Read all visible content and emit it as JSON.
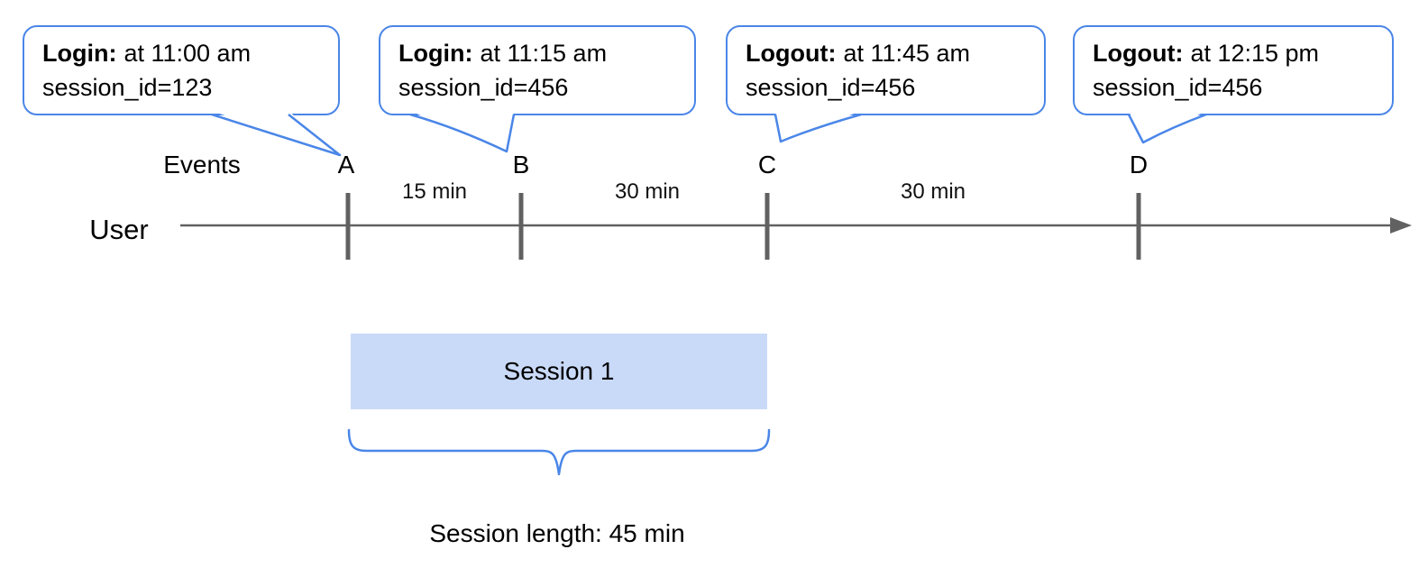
{
  "colors": {
    "accent_blue": "#4a86e8",
    "session_fill": "#c9daf8",
    "timeline_gray": "#616161",
    "text": "#000000"
  },
  "callouts": [
    {
      "event_label": "Login:",
      "time_text": "at 11:00 am",
      "session_text": "session_id=123",
      "target_mark": "A"
    },
    {
      "event_label": "Login:",
      "time_text": "at 11:15 am",
      "session_text": "session_id=456",
      "target_mark": "B"
    },
    {
      "event_label": "Logout:",
      "time_text": "at 11:45 am",
      "session_text": "session_id=456",
      "target_mark": "C"
    },
    {
      "event_label": "Logout:",
      "time_text": "at 12:15 pm",
      "session_text": "session_id=456",
      "target_mark": "D"
    }
  ],
  "timeline": {
    "axis_label": "User",
    "events_label": "Events",
    "event_marks": [
      "A",
      "B",
      "C",
      "D"
    ],
    "intervals": [
      "15 min",
      "30 min",
      "30 min"
    ]
  },
  "session": {
    "box_label": "Session 1",
    "length_label": "Session length: 45 min"
  }
}
